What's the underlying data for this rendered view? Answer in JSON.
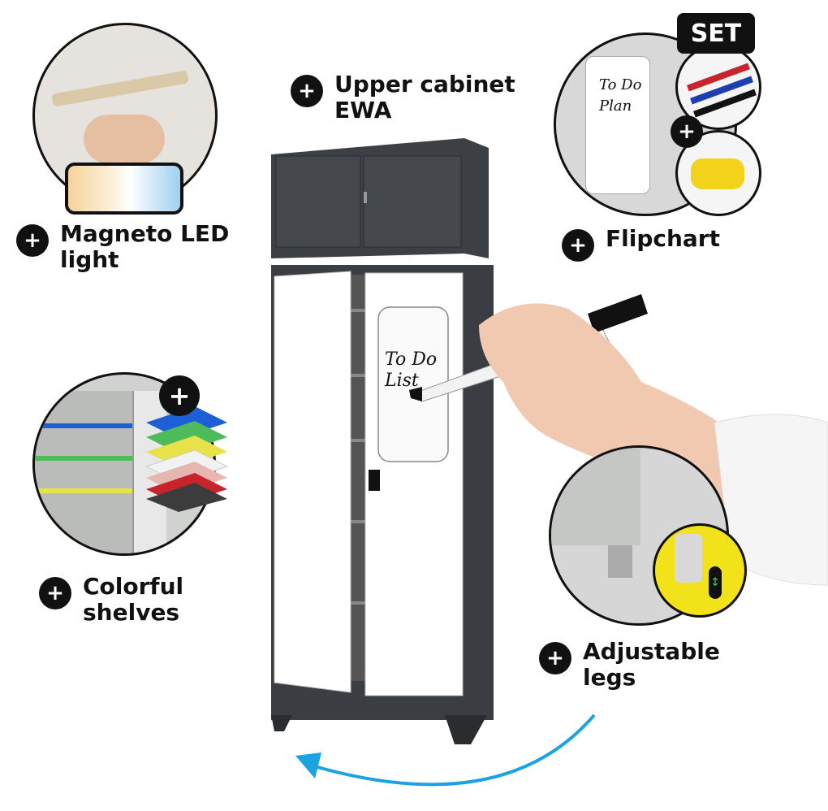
{
  "features": {
    "upper_cabinet": {
      "line1": "Upper cabinet",
      "line2": "EWA"
    },
    "led_light": {
      "line1": "Magneto LED",
      "line2": "light"
    },
    "flipchart": {
      "line1": "Flipchart"
    },
    "shelves": {
      "line1": "Colorful",
      "line2": "shelves"
    },
    "legs": {
      "line1": "Adjustable",
      "line2": "legs"
    }
  },
  "badges": {
    "set": "SET"
  },
  "whiteboard": {
    "main_line1": "To Do",
    "main_line2": "List",
    "small_line1": "To Do",
    "small_line2": "Plan"
  },
  "colors": {
    "cabinet_body": "#3a3d42",
    "door": "#ffffff",
    "accent_arrow": "#1aa3e0",
    "leg_highlight": "#f2e21a"
  },
  "shelf_colors": [
    "#1f5fd6",
    "#4dbb5a",
    "#e7e24a",
    "#f2f2f2",
    "#e6b7b0",
    "#c8242c",
    "#3c3c3c"
  ]
}
